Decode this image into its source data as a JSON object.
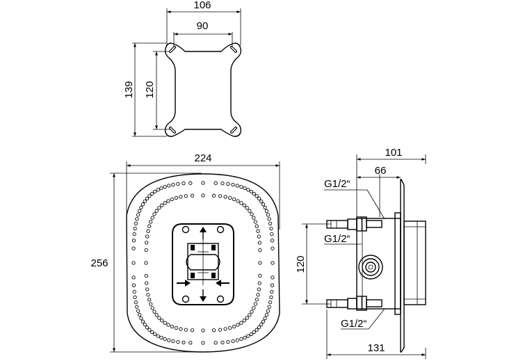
{
  "top_view": {
    "dim_outer_width": "106",
    "dim_inner_width": "90",
    "dim_outer_height": "139",
    "dim_inner_height": "120"
  },
  "front_view": {
    "dim_width": "224",
    "dim_height": "256"
  },
  "side_view": {
    "dim_depth": "101",
    "dim_inner_depth": "66",
    "dim_connector_spacing": "120",
    "dim_total_depth": "131",
    "thread_label_top": "G1/2“",
    "thread_label_middle": "G1/2“",
    "thread_label_bottom": "G1/2“"
  }
}
